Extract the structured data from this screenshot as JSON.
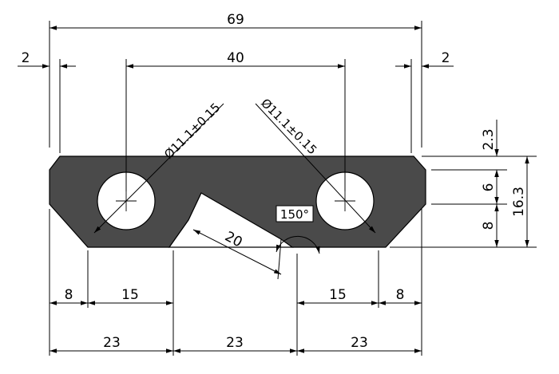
{
  "drawing": {
    "overall_width": "69",
    "hole_spacing": "40",
    "left_edge_offset": "2",
    "right_edge_offset": "2",
    "hole_left_label": "Ø11.1±0.15",
    "hole_right_label": "Ø11.1±0.15",
    "top_offset": "2.3",
    "mid_height": "6",
    "lower_height": "8",
    "total_height": "16.3",
    "angle_label": "150°",
    "slot_length": "20",
    "left_chamfer": "8",
    "left_segment": "15",
    "right_segment": "15",
    "right_chamfer": "8",
    "bottom_left": "23",
    "bottom_mid": "23",
    "bottom_right": "23"
  }
}
